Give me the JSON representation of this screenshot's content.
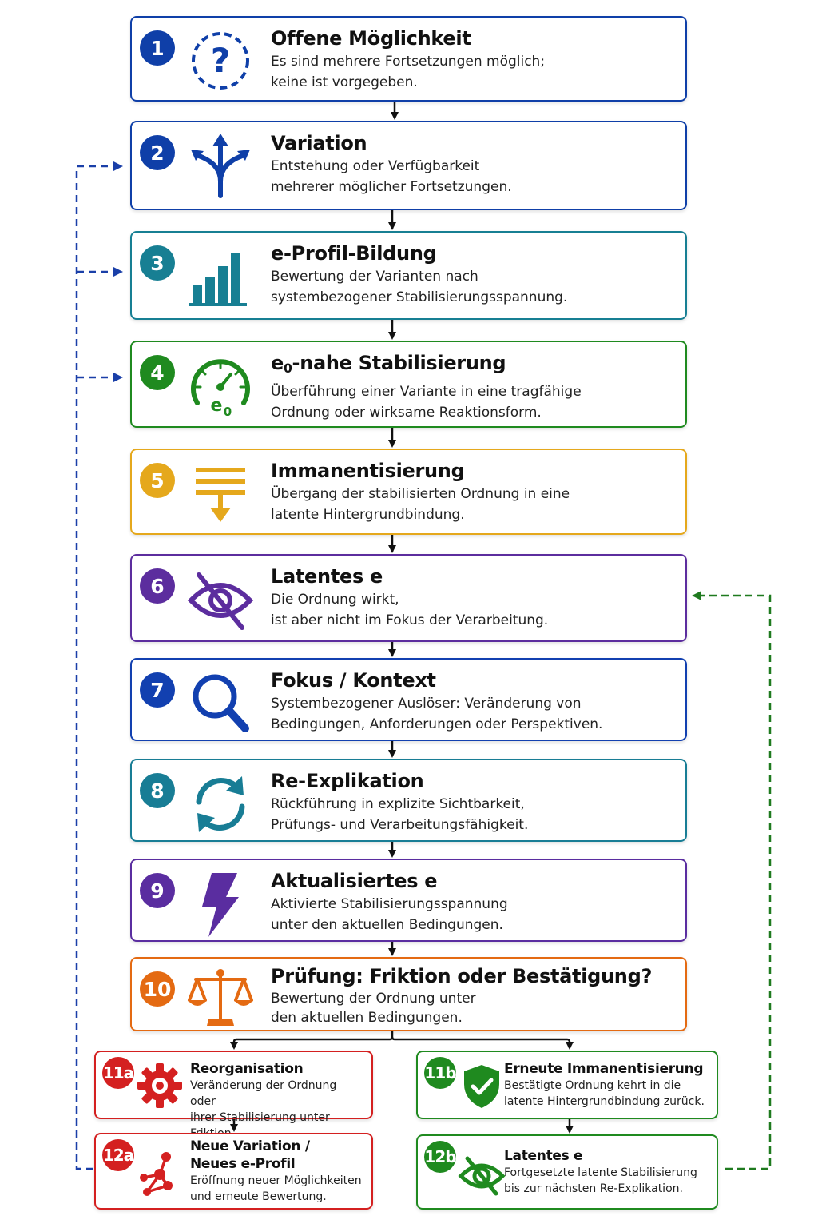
{
  "steps": [
    {
      "badge": "1",
      "title": "Offene Möglichkeit",
      "desc": [
        "Es sind mehrere Fortsetzungen möglich;",
        "keine ist vorgegeben."
      ],
      "icon": "question-circle-icon",
      "color": "#0f3fa8"
    },
    {
      "badge": "2",
      "title": "Variation",
      "desc": [
        "Entstehung oder Verfügbarkeit",
        "mehrerer möglicher Fortsetzungen."
      ],
      "icon": "branching-arrows-icon",
      "color": "#0f3fa8"
    },
    {
      "badge": "3",
      "title": "e-Profil-Bildung",
      "desc": [
        "Bewertung der Varianten nach",
        "systembezogener Stabilisierungsspannung."
      ],
      "icon": "bar-chart-icon",
      "color": "#177f93"
    },
    {
      "badge": "4",
      "title_main": "e",
      "title_sub": "0",
      "title_rest": "-nahe Stabilisierung",
      "desc": [
        "Überführung einer Variante in eine tragfähige",
        "Ordnung oder wirksame Reaktionsform."
      ],
      "icon": "gauge-icon",
      "icon_label": "e",
      "icon_label_sub": "0",
      "color": "#1f8a1f"
    },
    {
      "badge": "5",
      "title": "Immanentisierung",
      "desc": [
        "Übergang der stabilisierten Ordnung in eine",
        "latente Hintergrundbindung."
      ],
      "icon": "settle-down-icon",
      "color": "#e5a81c"
    },
    {
      "badge": "6",
      "title": "Latentes e",
      "desc": [
        "Die Ordnung wirkt,",
        "ist aber nicht im Fokus der Verarbeitung."
      ],
      "icon": "eye-off-icon",
      "color": "#5c2d9e"
    },
    {
      "badge": "7",
      "title": "Fokus / Kontext",
      "desc": [
        "Systembezogener Auslöser: Veränderung von",
        "Bedingungen, Anforderungen oder Perspektiven."
      ],
      "icon": "magnifier-icon",
      "color": "#1240b0"
    },
    {
      "badge": "8",
      "title": "Re-Explikation",
      "desc": [
        "Rückführung in explizite Sichtbarkeit,",
        "Prüfungs- und Verarbeitungsfähigkeit."
      ],
      "icon": "refresh-icon",
      "color": "#187d95"
    },
    {
      "badge": "9",
      "title": "Aktualisiertes e",
      "desc": [
        "Aktivierte Stabilisierungsspannung",
        "unter den aktuellen Bedingungen."
      ],
      "icon": "lightning-icon",
      "color": "#5a2da0"
    },
    {
      "badge": "10",
      "title": "Prüfung: Friktion oder Bestätigung?",
      "desc": [
        "Bewertung der Ordnung unter",
        "den aktuellen Bedingungen."
      ],
      "icon": "balance-scale-icon",
      "color": "#e46a12"
    }
  ],
  "branches": [
    {
      "badge": "11a",
      "title": "Reorganisation",
      "desc": [
        "Veränderung der Ordnung oder",
        "ihrer Stabilisierung unter Friktion."
      ],
      "icon": "gear-icon",
      "color": "#d42020"
    },
    {
      "badge": "12a",
      "title_lines": [
        "Neue Variation /",
        "Neues e-Profil"
      ],
      "desc": [
        "Eröffnung neuer Möglichkeiten",
        "und erneute Bewertung."
      ],
      "icon": "network-icon",
      "color": "#d42020"
    },
    {
      "badge": "11b",
      "title": "Erneute Immanentisierung",
      "desc": [
        "Bestätigte Ordnung kehrt in die",
        "latente Hintergrundbindung zurück."
      ],
      "icon": "shield-check-icon",
      "color": "#1f8a1f"
    },
    {
      "badge": "12b",
      "title": "Latentes e",
      "desc": [
        "Fortgesetzte latente Stabilisierung",
        "bis zur nächsten Re-Explikation."
      ],
      "icon": "eye-off-icon",
      "color": "#1f8a1f"
    }
  ],
  "colors": {
    "arrow": "#111111",
    "feedback_blue": "#1a3fa8",
    "feedback_green": "#1f7a1f"
  }
}
